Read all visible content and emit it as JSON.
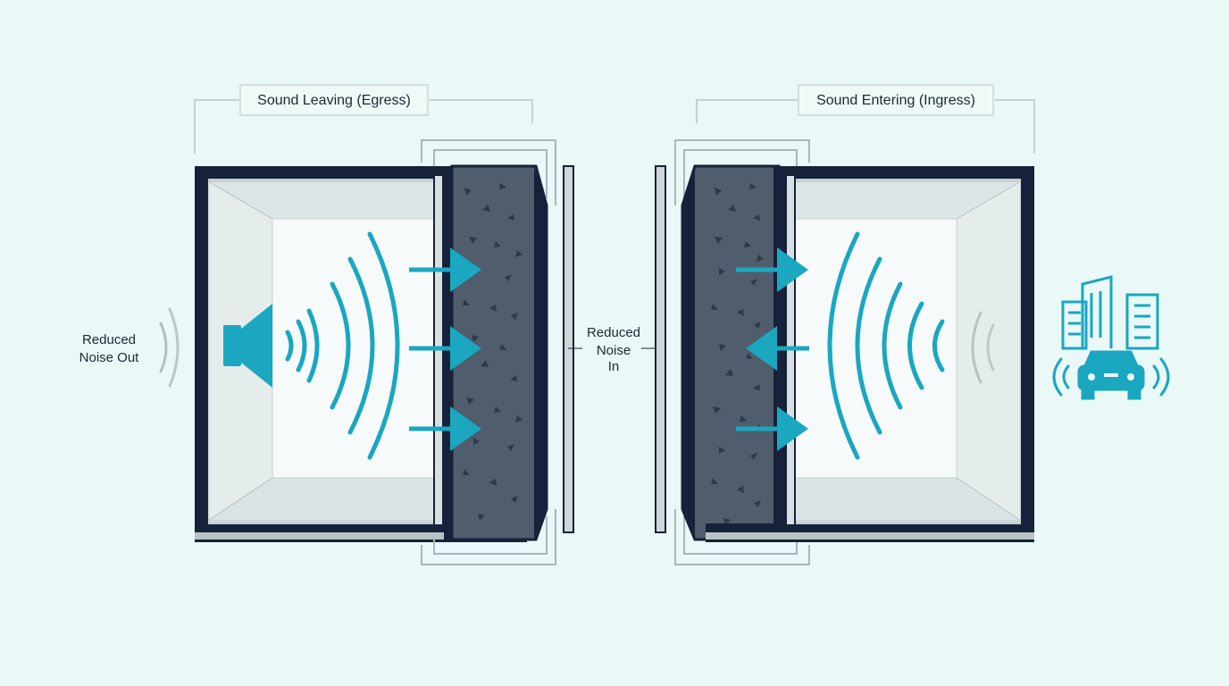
{
  "labels": {
    "egress_title": "Sound Leaving (Egress)",
    "ingress_title": "Sound Entering (Ingress)",
    "noise_out_line1": "Reduced",
    "noise_out_line2": "Noise Out",
    "noise_in_line1": "Reduced",
    "noise_in_line2": "Noise",
    "noise_in_line3": "In"
  },
  "colors": {
    "background": "#eaf8f7",
    "frame": "#16213a",
    "accent_teal": "#1aa7bf",
    "insulation": "#4f5d6c",
    "faded_wave": "#9aa6ad",
    "room_wall": "#dfe8e8"
  },
  "icons": {
    "left_source": "speaker-icon",
    "right_source": "city-car-icon"
  }
}
